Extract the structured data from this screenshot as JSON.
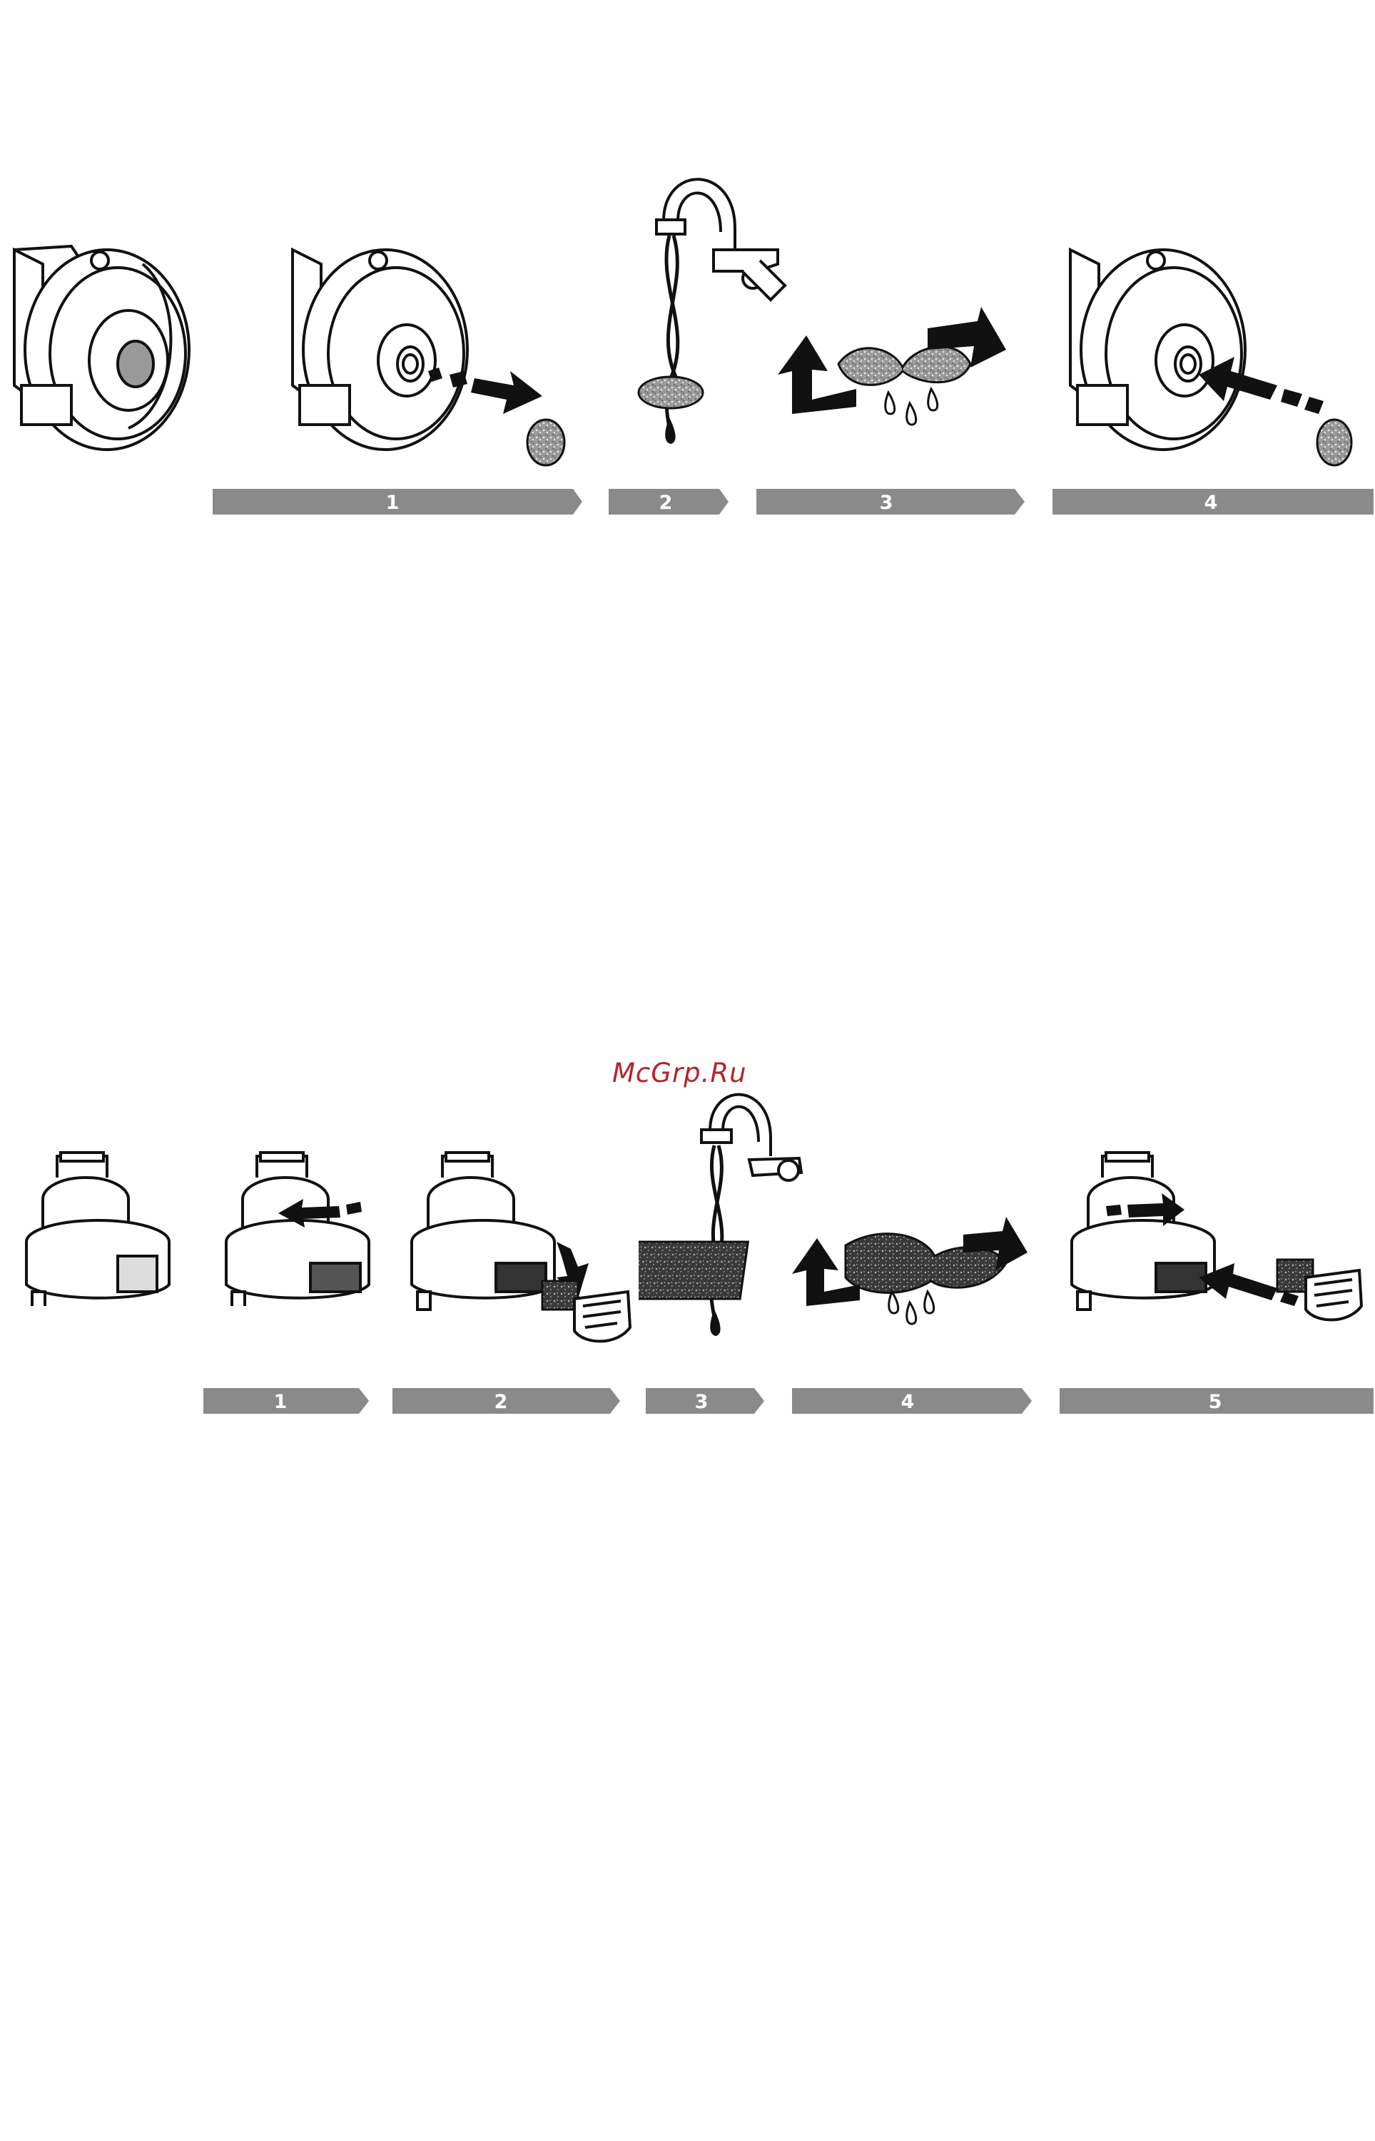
{
  "watermark": {
    "text": "McGrp.Ru"
  },
  "section_top": {
    "steps": [
      {
        "label": "1"
      },
      {
        "label": "2"
      },
      {
        "label": "3"
      },
      {
        "label": "4"
      }
    ]
  },
  "section_bottom": {
    "steps": [
      {
        "label": "1"
      },
      {
        "label": "2"
      },
      {
        "label": "3"
      },
      {
        "label": "4"
      },
      {
        "label": "5"
      }
    ]
  },
  "colors": {
    "bar": "#8a8a8a",
    "ink": "#111111",
    "watermark": "#b3262a"
  },
  "icons": [
    "motor-filter-unit-icon",
    "faucet-icon",
    "filter-disc-icon",
    "wring-arrows-icon",
    "water-drops-icon",
    "canister-icon",
    "filter-pad-icon",
    "filter-cover-icon"
  ]
}
